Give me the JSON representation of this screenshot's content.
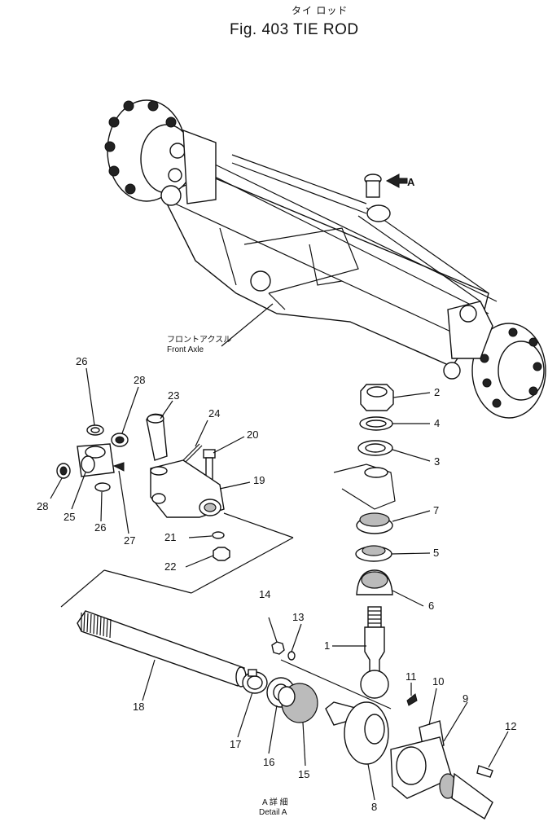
{
  "title": {
    "jp": "タイ ロッド",
    "en": "Fig. 403 TIE ROD"
  },
  "callouts": {
    "front_axle_jp": "フロントアクスル",
    "front_axle_en": "Front Axle",
    "arrow_a": "A",
    "detail_jp": "A 詳 細",
    "detail_en": "Detail A"
  },
  "part_numbers": {
    "p1": "1",
    "p2": "2",
    "p3": "3",
    "p4": "4",
    "p5": "5",
    "p6": "6",
    "p7": "7",
    "p8": "8",
    "p9": "9",
    "p10": "10",
    "p11": "11",
    "p12": "12",
    "p13": "13",
    "p14": "14",
    "p15": "15",
    "p16": "16",
    "p17": "17",
    "p18": "18",
    "p19": "19",
    "p20": "20",
    "p21": "21",
    "p22": "22",
    "p23": "23",
    "p24": "24",
    "p25": "25",
    "p26a": "26",
    "p26b": "26",
    "p27": "27",
    "p28a": "28",
    "p28b": "28"
  }
}
